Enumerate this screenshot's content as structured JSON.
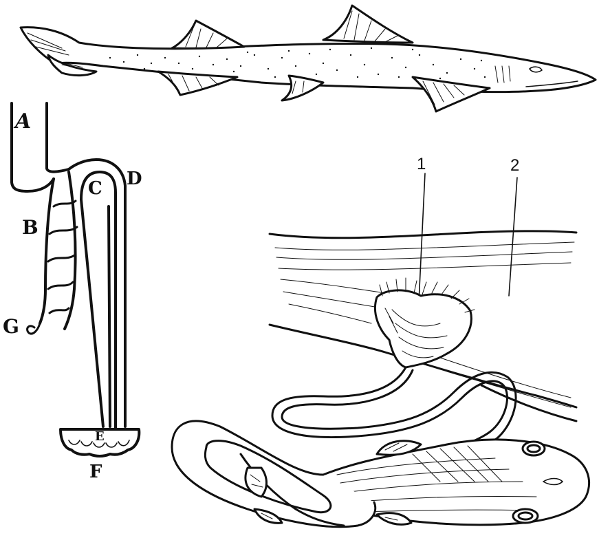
{
  "figure": {
    "labels": {
      "A": "A",
      "B": "B",
      "C": "C",
      "D": "D",
      "E": "E",
      "F": "F",
      "G": "G"
    },
    "numbers": {
      "one": "1",
      "two": "2"
    }
  },
  "colors": {
    "ink": "#111111",
    "background": "#ffffff"
  }
}
